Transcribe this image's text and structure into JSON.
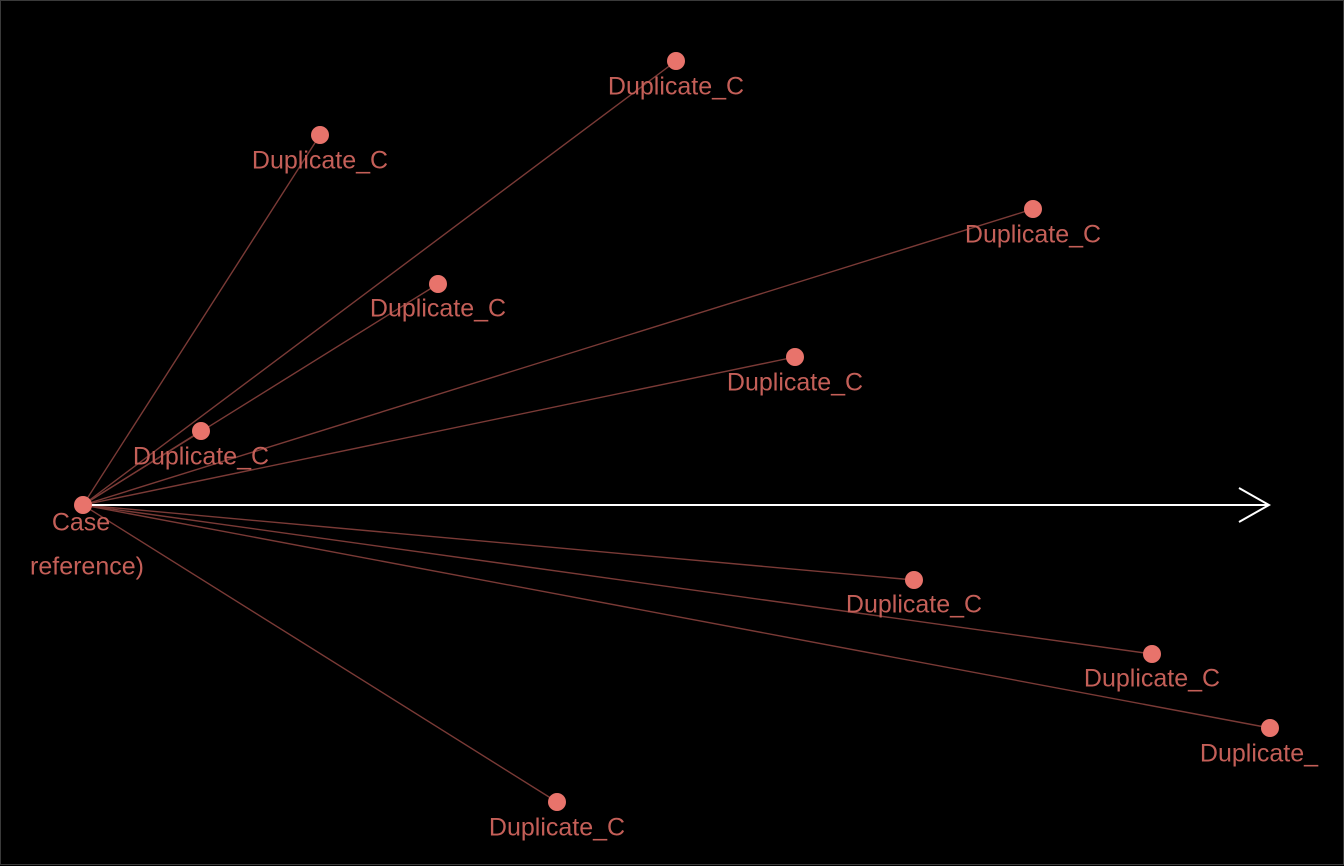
{
  "colors": {
    "background": "#000000",
    "node": "#e8736b",
    "label": "#c45f58",
    "edge": "#7a3a36",
    "axis": "#ffffff"
  },
  "center": {
    "label_lines": [
      "Case",
      "reference)"
    ]
  },
  "nodes": [
    {
      "label": "Duplicate_C"
    },
    {
      "label": "Duplicate_C"
    },
    {
      "label": "Duplicate_C"
    },
    {
      "label": "Duplicate_C"
    },
    {
      "label": "Duplicate_C"
    },
    {
      "label": "Duplicate_C"
    },
    {
      "label": "Duplicate_C"
    },
    {
      "label": "Duplicate_C"
    },
    {
      "label": "Duplicate_"
    },
    {
      "label": "Duplicate_C"
    }
  ]
}
